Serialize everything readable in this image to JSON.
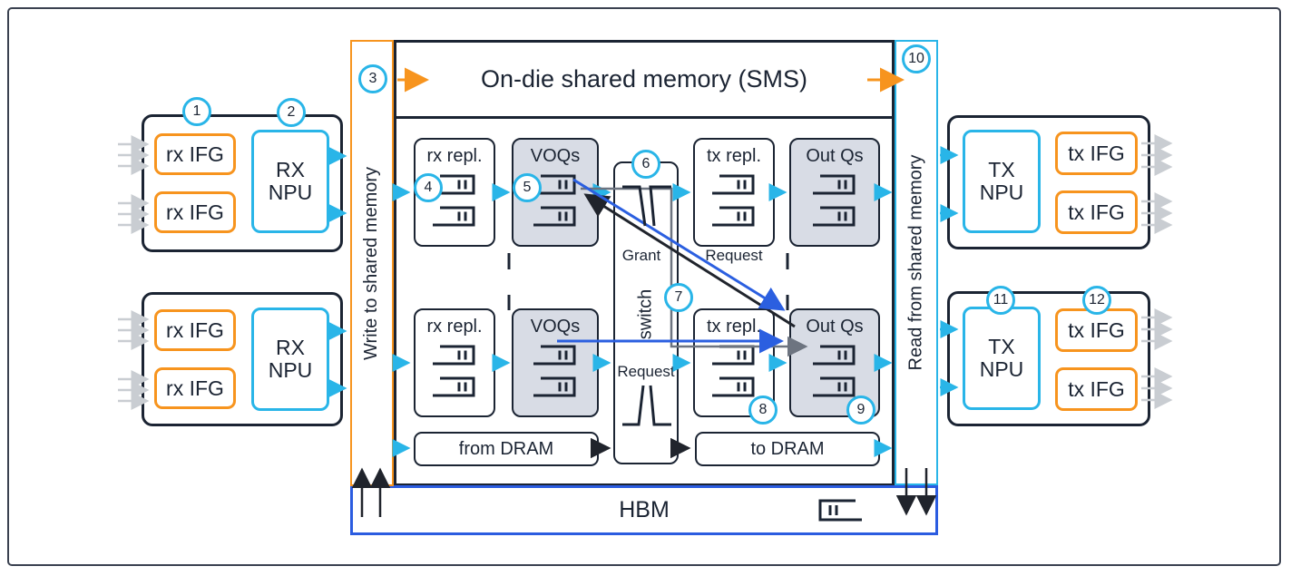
{
  "diagram": {
    "title": "On-die shared memory (SMS)",
    "write_bar": {
      "label": "Write to shared memory"
    },
    "read_bar": {
      "label": "Read from shared memory"
    },
    "hbm": {
      "label": "HBM"
    },
    "switch": {
      "label": "switch",
      "grant": "Grant",
      "request": "Request"
    },
    "tx_repl_request": "Request",
    "dram": {
      "from": "from DRAM",
      "to": "to DRAM"
    },
    "blocks": {
      "rx_ifg": "rx IFG",
      "rx_npu": "RX NPU",
      "tx_ifg": "tx IFG",
      "tx_npu": "TX NPU",
      "rx_repl": "rx repl.",
      "voqs": "VOQs",
      "tx_repl": "tx repl.",
      "out_qs": "Out Qs"
    },
    "steps": {
      "1": "1",
      "2": "2",
      "3": "3",
      "4": "4",
      "5": "5",
      "6": "6",
      "7": "7",
      "8": "8",
      "9": "9",
      "10": "10",
      "11": "11",
      "12": "12"
    },
    "icons": {
      "queue": "queue-icon",
      "hbm_queue": "queue-icon-mirrored",
      "grant_pulse": "grant-pulse-waveform-icon",
      "request_pulse": "request-pulse-waveform-icon"
    },
    "colors": {
      "navy": "#1b2433",
      "cyan": "#29b5e8",
      "orange": "#f7941e",
      "royal_blue": "#2b5fe0",
      "hbm_blue": "#2b5ce0",
      "gray_fill": "#d8dce5",
      "gray_line": "#6d7480",
      "light_gray_arrow": "#c9cdd2",
      "black_arrow": "#20242c"
    }
  }
}
